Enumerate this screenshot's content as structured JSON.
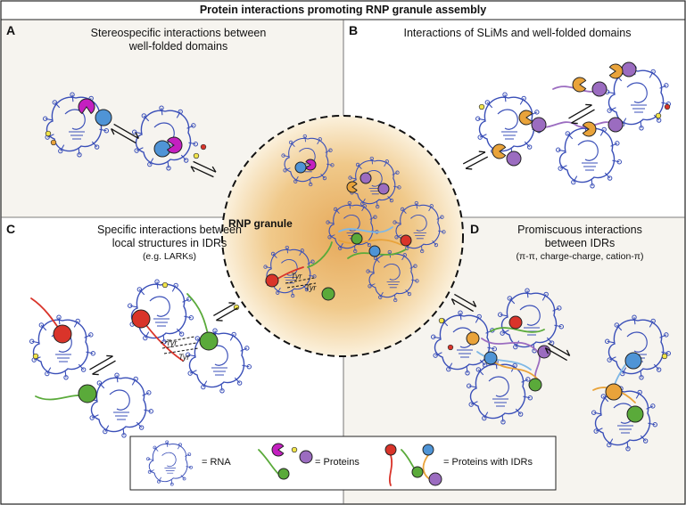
{
  "figure": {
    "title": "Protein interactions promoting RNP granule assembly",
    "center_label": "RNP granule",
    "panels": [
      {
        "letter": "A",
        "title_line1": "Stereospecific interactions between",
        "title_line2": "well-folded domains",
        "subtitle": ""
      },
      {
        "letter": "B",
        "title_line1": "Interactions of SLiMs and well-folded domains",
        "title_line2": "",
        "subtitle": ""
      },
      {
        "letter": "C",
        "title_line1": "Specific interactions between",
        "title_line2": "local structures in IDRs",
        "subtitle": "(e.g. LARKs)"
      },
      {
        "letter": "D",
        "title_line1": "Promiscuous interactions",
        "title_line2": "between IDRs",
        "subtitle": "(π-π, charge-charge, cation-π)"
      }
    ],
    "tyr_label": "Tyr",
    "legend": [
      {
        "text": "= RNA"
      },
      {
        "text": "= Proteins"
      },
      {
        "text": "= Proteins with IDRs"
      }
    ],
    "colors": {
      "rna": "#3a4fb8",
      "magenta": "#c41fc0",
      "blue_protein": "#4f94d6",
      "orange_protein": "#e9a33a",
      "purple_protein": "#9b6cc0",
      "red_protein": "#d9342a",
      "green_protein": "#5aaa3a",
      "yellow": "#f2e54a",
      "granule": "#f0c98a",
      "panel_bg": "#f6f4ef"
    }
  }
}
